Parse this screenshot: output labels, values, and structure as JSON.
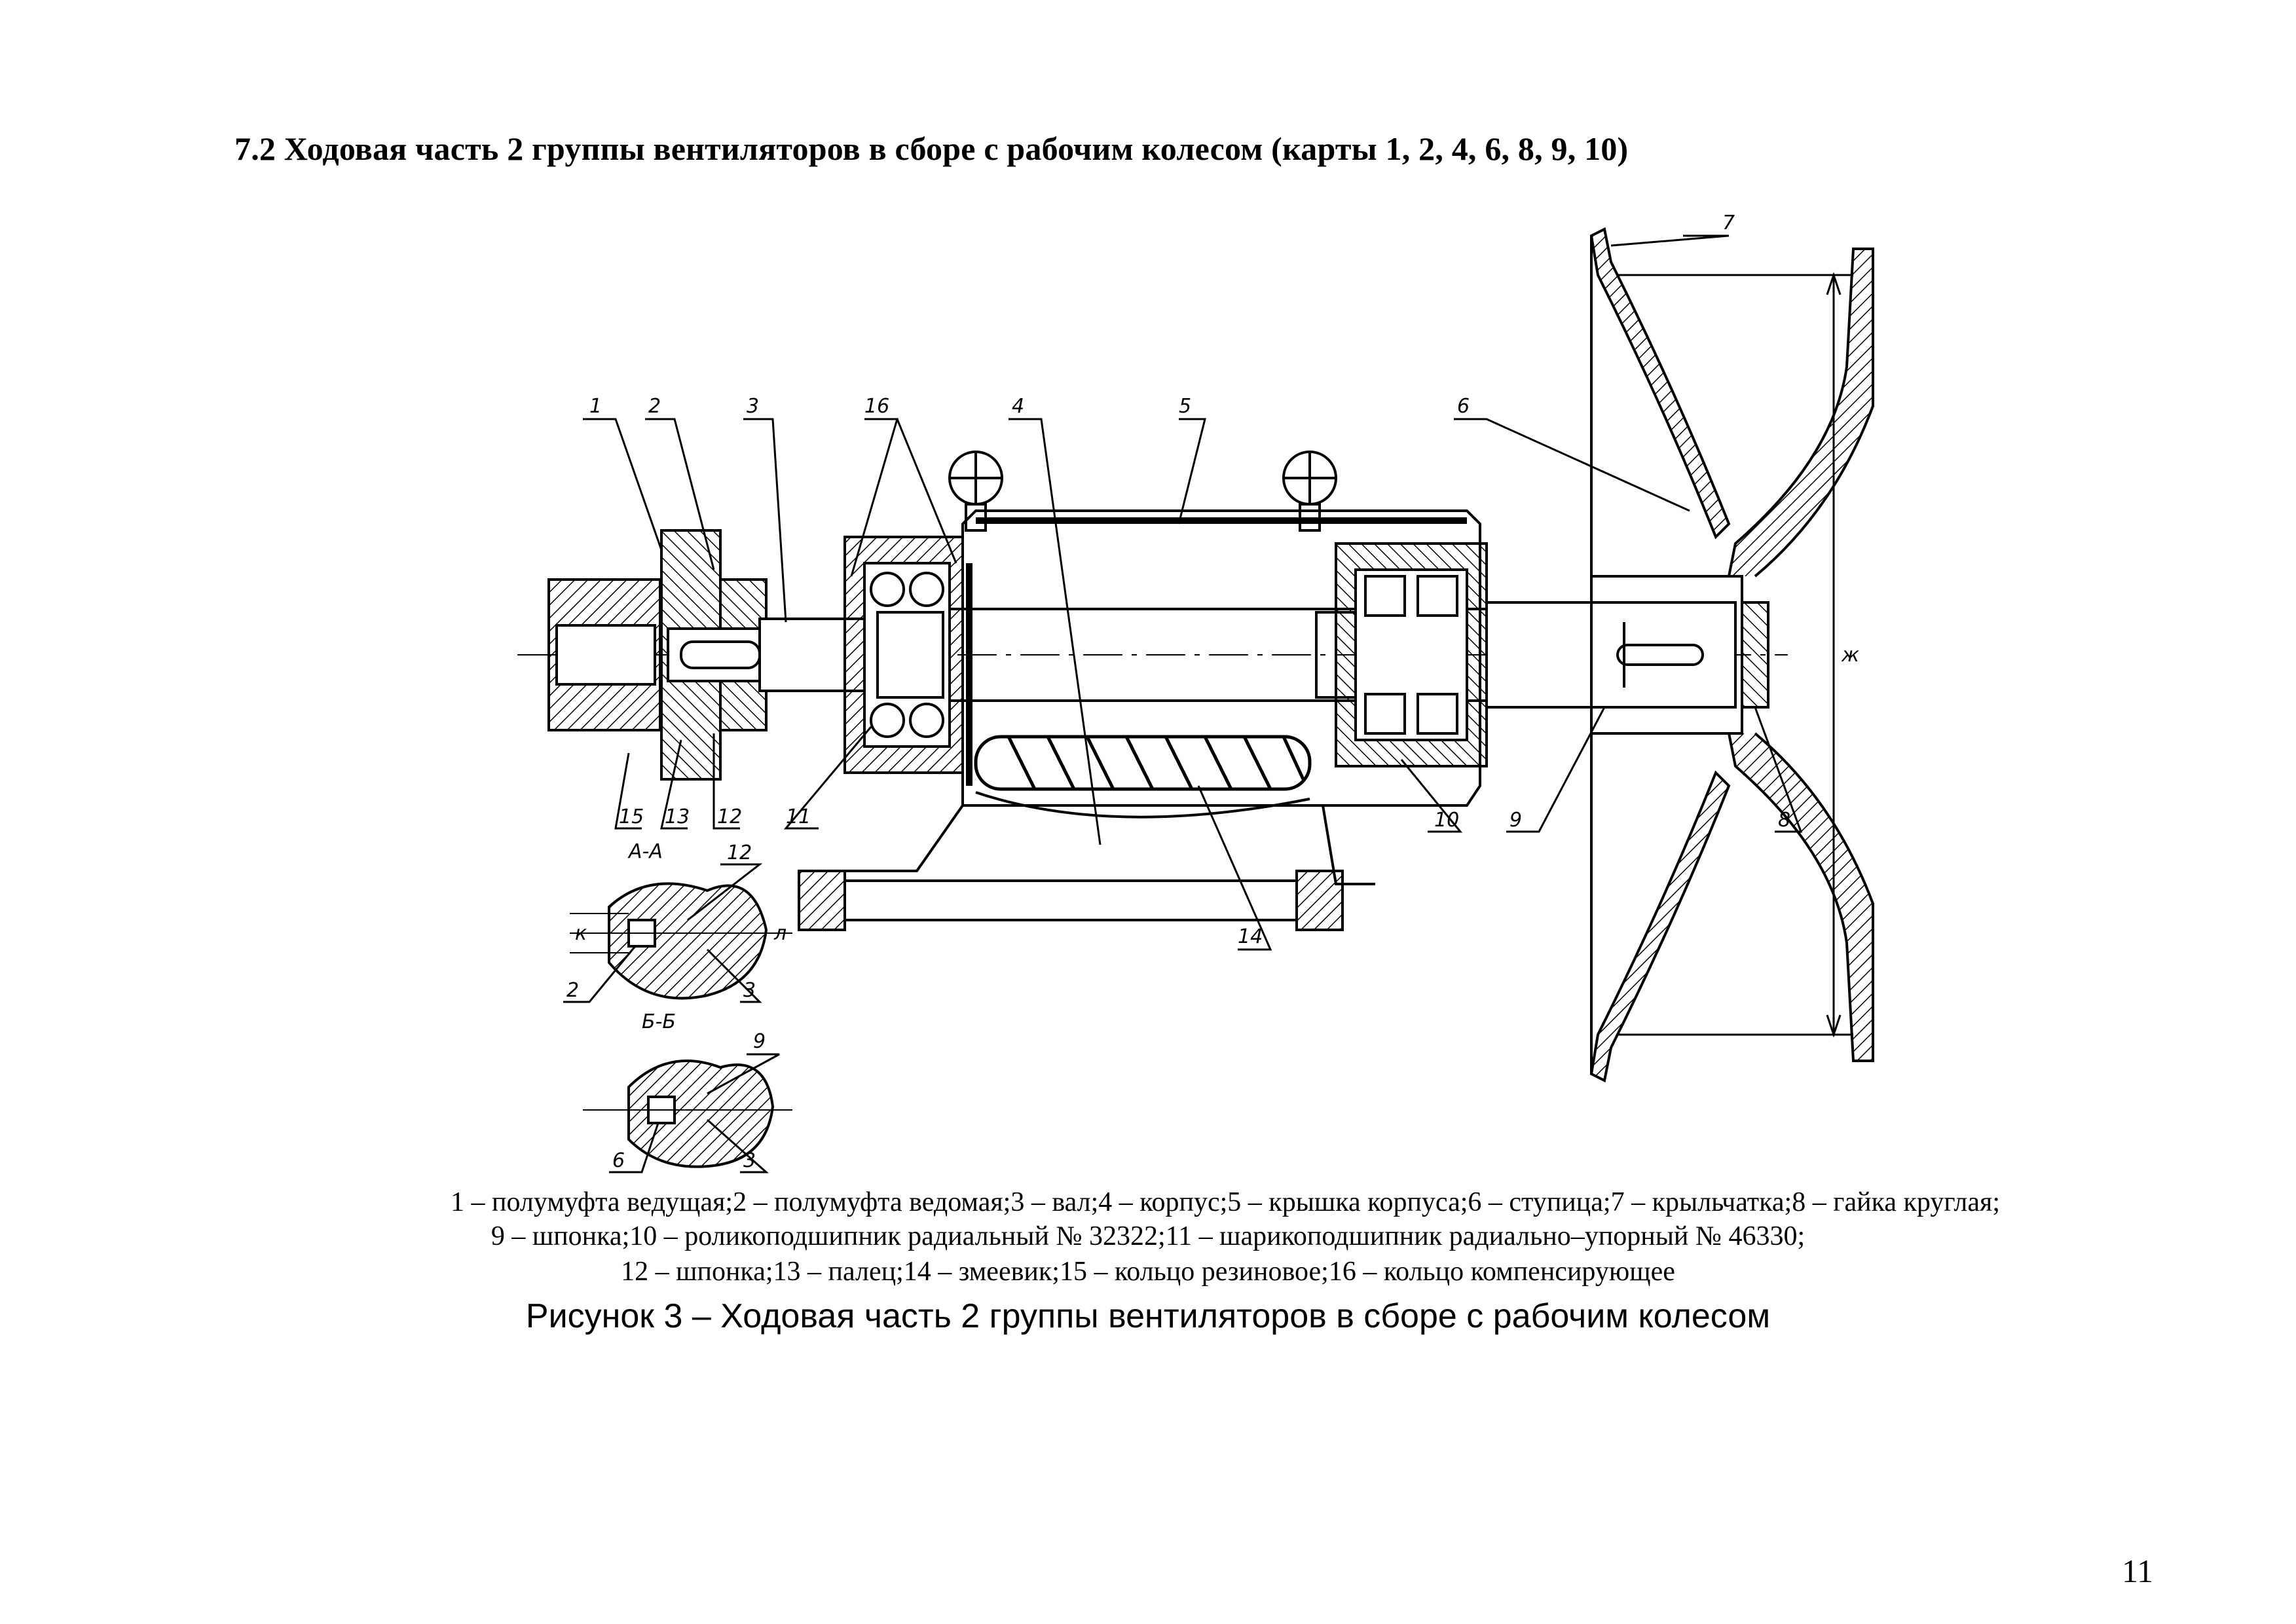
{
  "heading": "7.2 Ходовая часть 2 группы вентиляторов в сборе с рабочим колесом (карты 1, 2, 4, 6, 8, 9, 10)",
  "drawing": {
    "callouts": [
      "1",
      "2",
      "3",
      "16",
      "4",
      "5",
      "6",
      "7",
      "8",
      "9",
      "10",
      "11",
      "12",
      "13",
      "14",
      "15"
    ],
    "section_aa": {
      "title": "А-А",
      "callouts": [
        "12",
        "2",
        "3"
      ]
    },
    "section_bb": {
      "title": "Б-Б",
      "callouts": [
        "9",
        "6",
        "3"
      ]
    },
    "dimension_marks": {
      "diameter": "ж",
      "key_a": "к",
      "key_b": "л"
    }
  },
  "legend": {
    "line1": "1 – полумуфта ведущая;2 – полумуфта ведомая;3 – вал;4 – корпус;5 – крышка корпуса;6 – ступица;7 – крыльчатка;8 – гайка круглая;",
    "line2": "9 – шпонка;10 – роликоподшипник радиальный № 32322;11 – шарикоподшипник радиально–упорный № 46330;",
    "line3": "12 – шпонка;13 – палец;14 – змеевик;15 – кольцо резиновое;16 – кольцо компенсирующее"
  },
  "caption": "Рисунок 3 – Ходовая часть 2 группы вентиляторов в сборе с рабочим колесом",
  "page_number": "11"
}
